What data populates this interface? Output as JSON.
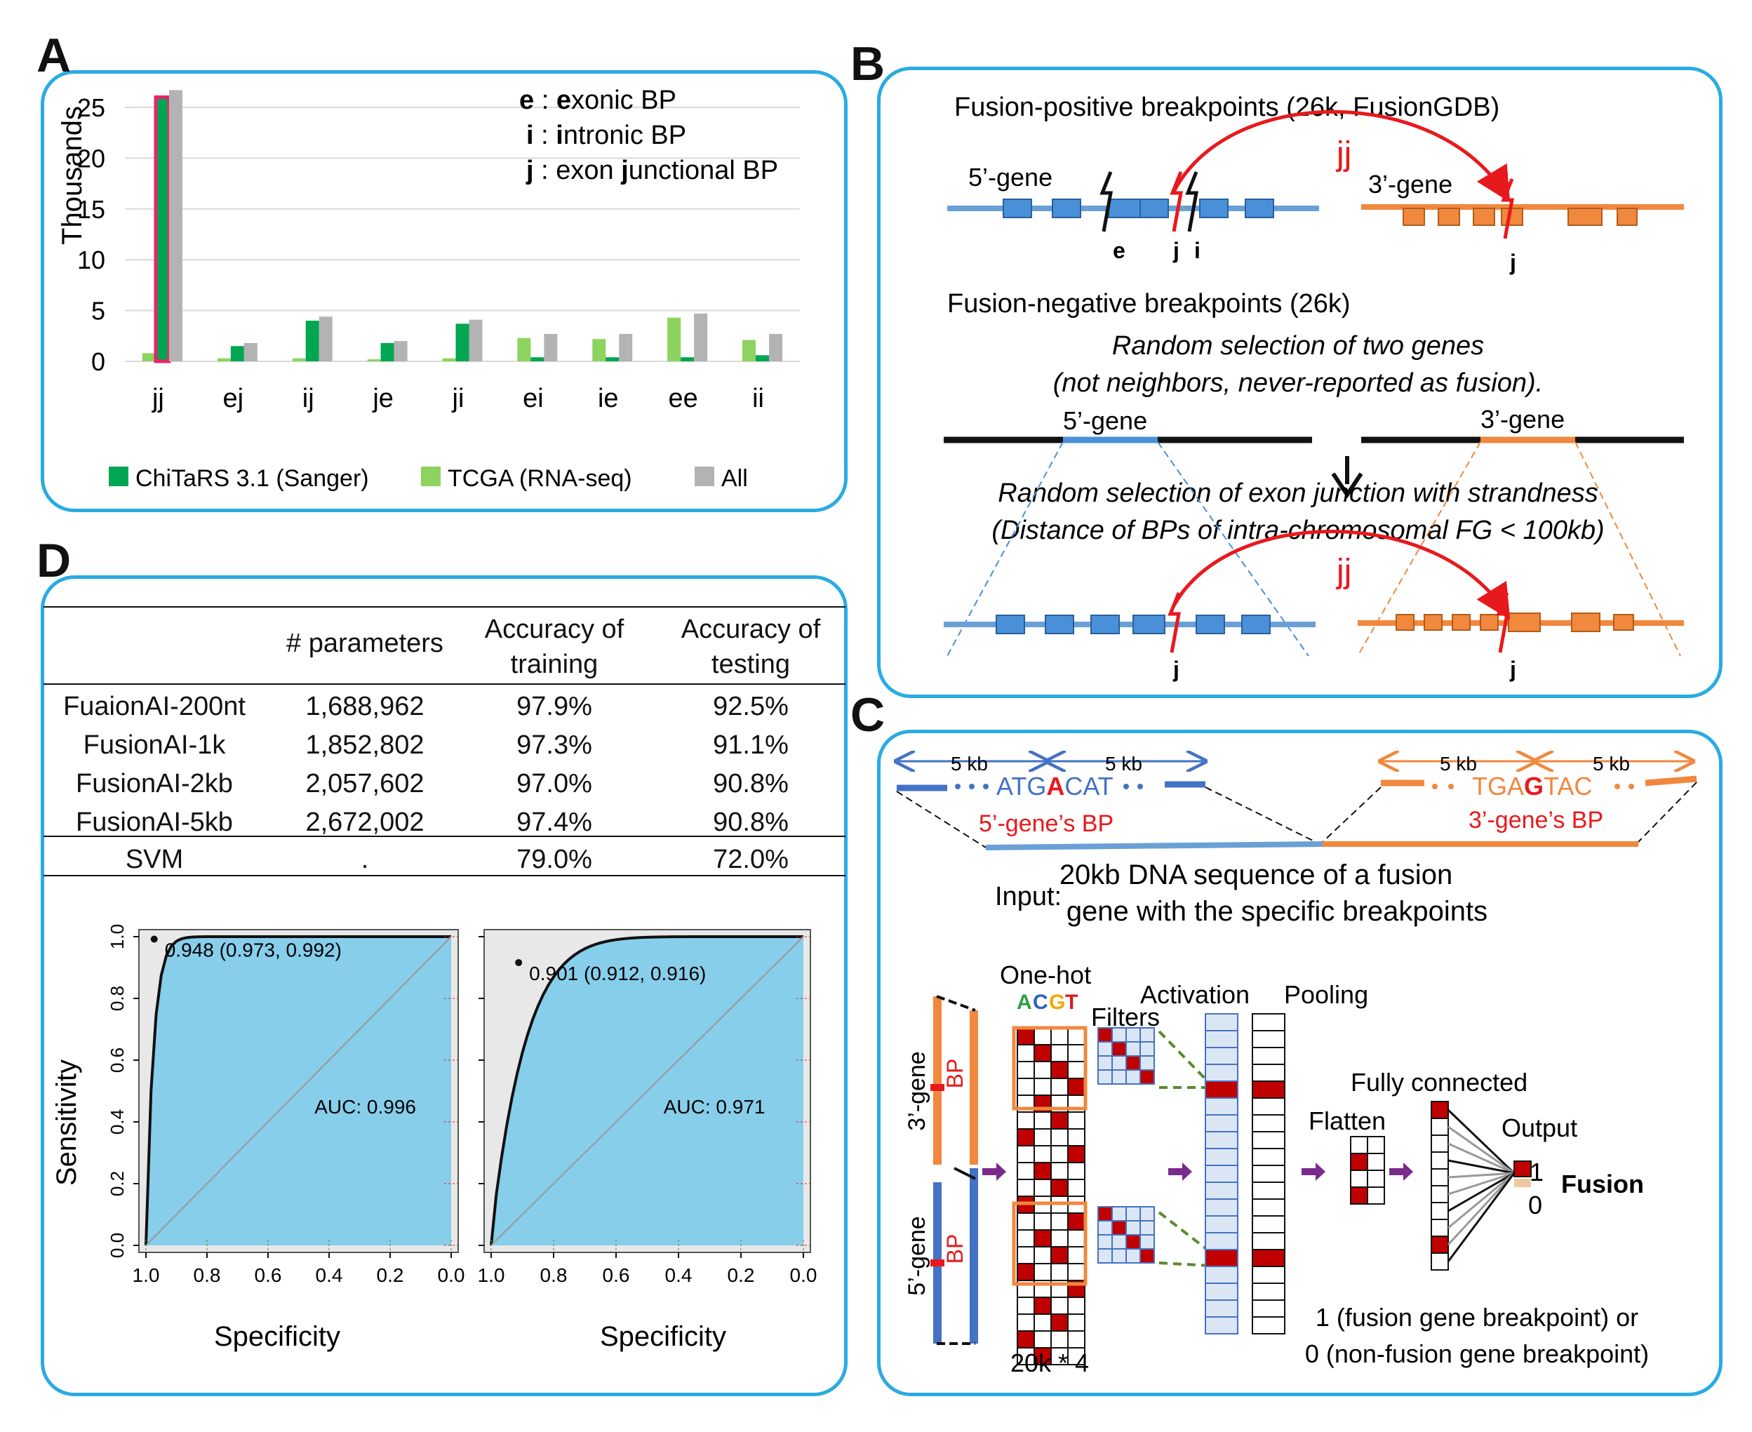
{
  "panel_labels": {
    "a": "A",
    "b": "B",
    "c": "C",
    "d": "D"
  },
  "panelA": {
    "legend_keys": [
      {
        "key": "e",
        "sep": " : ",
        "bold": "e",
        "rest": "xonic BP"
      },
      {
        "key": "i",
        "sep": "  : ",
        "bold": "i",
        "rest": "ntronic BP"
      },
      {
        "key": "j",
        "sep": " : exon ",
        "bold": "j",
        "rest": "unctional BP"
      }
    ],
    "series_legend": [
      "ChiTaRS 3.1 (Sanger)",
      "TCGA (RNA-seq)",
      "All"
    ],
    "colors": {
      "chitars": "#00a651",
      "tcga": "#8dd35f",
      "all": "#b3b3b3",
      "highlight": "#e8246b"
    }
  },
  "chart_data": {
    "type": "bar",
    "categories": [
      "jj",
      "ej",
      "ij",
      "je",
      "ji",
      "ei",
      "ie",
      "ee",
      "ii"
    ],
    "series": [
      {
        "name": "TCGA (RNA-seq)",
        "values": [
          0.8,
          0.3,
          0.3,
          0.2,
          0.3,
          2.3,
          2.2,
          4.3,
          2.1
        ]
      },
      {
        "name": "ChiTaRS 3.1 (Sanger)",
        "values": [
          26.0,
          1.5,
          4.0,
          1.8,
          3.7,
          0.4,
          0.4,
          0.4,
          0.6
        ]
      },
      {
        "name": "All",
        "values": [
          26.7,
          1.8,
          4.4,
          2.0,
          4.1,
          2.7,
          2.7,
          4.7,
          2.7
        ]
      }
    ],
    "ylabel": "Thousands",
    "yticks": [
      "0",
      "5",
      "10",
      "15",
      "20",
      "25"
    ],
    "ylim": [
      0,
      27
    ],
    "grid": true,
    "legend": "bottom"
  },
  "panelB": {
    "pos_title": "Fusion-positive breakpoints (26k, FusionGDB)",
    "gene5": "5’-gene",
    "gene3": "3’-gene",
    "jj": "jj",
    "bp_e": "e",
    "bp_j": "j",
    "bp_i": "i",
    "neg_title": "Fusion-negative breakpoints (26k)",
    "random1": "Random selection of two genes",
    "random2": "(not neighbors, never-reported as fusion).",
    "random3": "Random selection of exon junction with strandness",
    "random4": "(Distance of BPs of intra-chromosomal FG < 100kb)"
  },
  "panelC": {
    "kb": "5 kb",
    "seq5_a": "ATG",
    "seq5_b": "A",
    "seq5_c": "CAT",
    "seq3_a": "TGA",
    "seq3_b": "G",
    "seq3_c": "TAC",
    "bp5": "5’-gene’s BP",
    "bp3": "3’-gene’s BP",
    "input_label": "Input:",
    "input_line1": "20kb DNA sequence of a fusion",
    "input_line2": "gene with the specific breakpoints",
    "onehot": "One-hot",
    "acgt": [
      "A",
      "C",
      "G",
      "T"
    ],
    "filters": "Filters",
    "activation": "Activation",
    "pooling": "Pooling",
    "flatten": "Flatten",
    "fully": "Fully connected",
    "output": "Output",
    "out1": "1",
    "out0": "0",
    "fusion": "Fusion",
    "gene3": "3’-gene",
    "gene5": "5’-gene",
    "bp": "BP",
    "dims": "20k * 4",
    "result1": "1 (fusion gene breakpoint) or",
    "result2": "0 (non-fusion gene breakpoint)"
  },
  "panelD": {
    "headers": [
      "# parameters",
      "Accuracy of training",
      "Accuracy of testing"
    ],
    "header_lines": [
      [
        "# parameters"
      ],
      [
        "Accuracy of",
        "training"
      ],
      [
        "Accuracy of",
        "testing"
      ]
    ],
    "rows": [
      [
        "FuaionAI-200nt",
        "1,688,962",
        "97.9%",
        "92.5%"
      ],
      [
        "FusionAI-1k",
        "1,852,802",
        "97.3%",
        "91.1%"
      ],
      [
        "FusionAI-2kb",
        "2,057,602",
        "97.0%",
        "90.8%"
      ],
      [
        "FusionAI-5kb",
        "2,672,002",
        "97.4%",
        "90.8%"
      ],
      [
        "SVM",
        ".",
        "79.0%",
        "72.0%"
      ]
    ],
    "roc": {
      "ylabel": "Sensitivity",
      "xlabel": "Specificity",
      "yticks": [
        "0.0",
        "0.2",
        "0.4",
        "0.6",
        "0.8",
        "1.0"
      ],
      "xticks": [
        "1.0",
        "0.8",
        "0.6",
        "0.4",
        "0.2",
        "0.0"
      ],
      "left": {
        "point": "0.948 (0.973, 0.992)",
        "auc": "AUC: 0.996",
        "spec": 0.973,
        "sens": 0.992
      },
      "right": {
        "point": "0.901 (0.912, 0.916)",
        "auc": "AUC: 0.971",
        "spec": 0.912,
        "sens": 0.916
      }
    }
  }
}
